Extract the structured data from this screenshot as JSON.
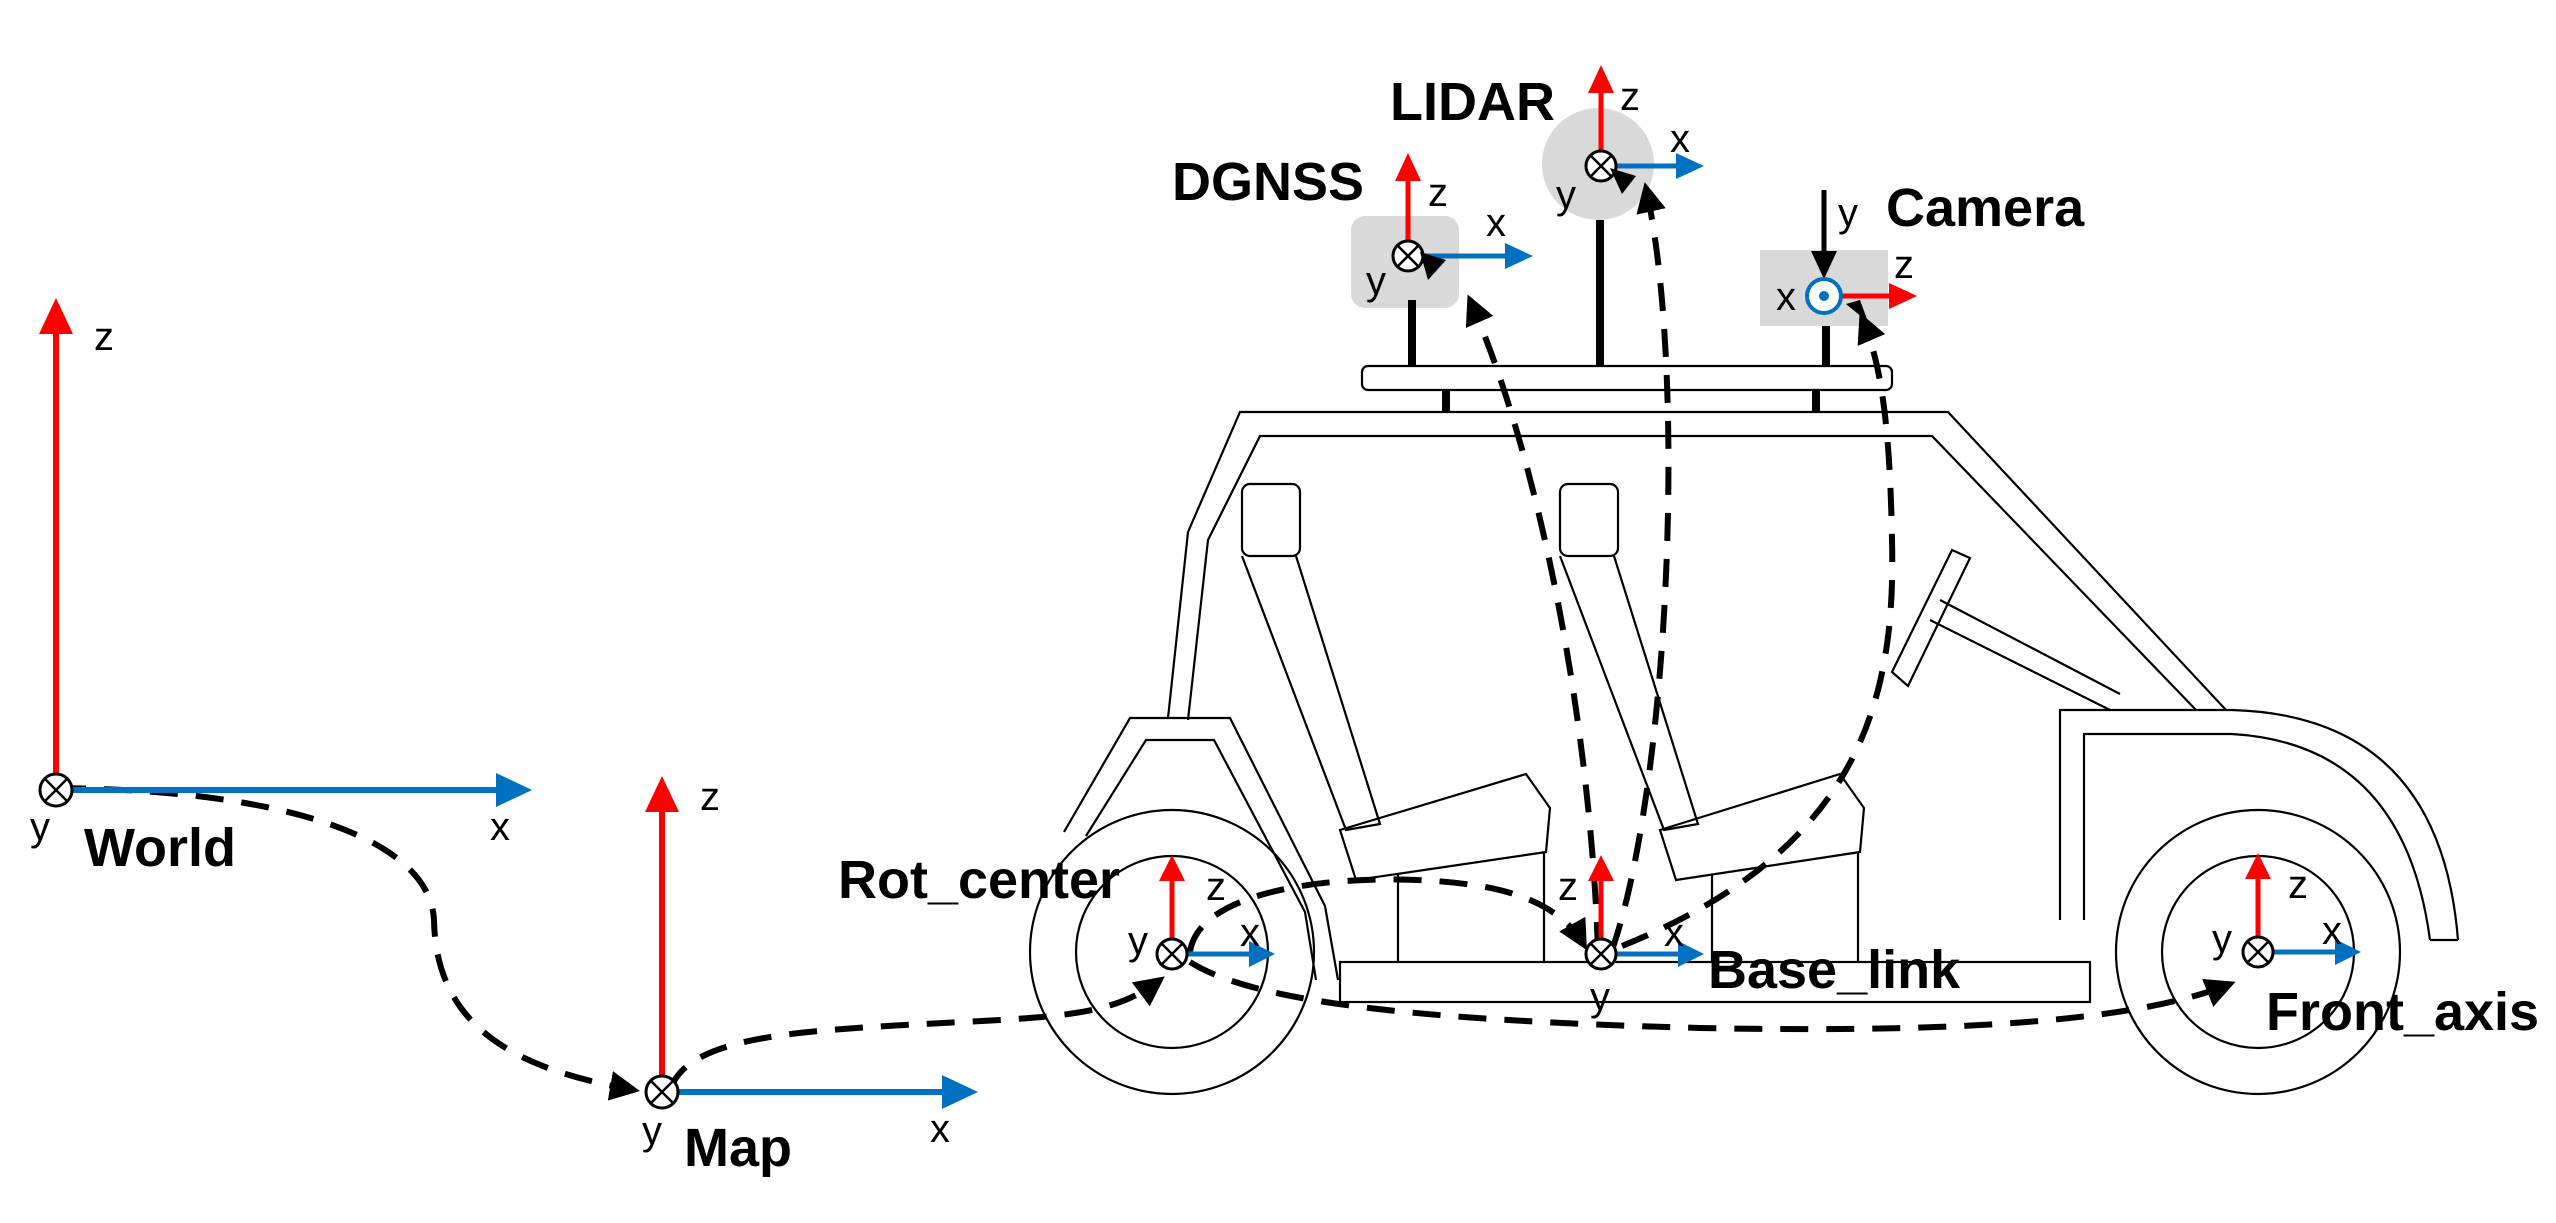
{
  "colors": {
    "z_axis": "#ff0000",
    "x_axis": "#0070c0",
    "y_axis": "#000000",
    "sensor_box": "#d9d9d9",
    "transform_arrow": "#000000"
  },
  "frames": {
    "world": {
      "name": "World",
      "x": "x",
      "y": "y",
      "z": "z"
    },
    "map": {
      "name": "Map",
      "x": "x",
      "y": "y",
      "z": "z"
    },
    "rot_center": {
      "name": "Rot_center",
      "x": "x",
      "y": "y",
      "z": "z"
    },
    "base_link": {
      "name": "Base_link",
      "x": "x",
      "y": "y",
      "z": "z"
    },
    "front_axis": {
      "name": "Front_axis",
      "x": "x",
      "y": "y",
      "z": "z"
    },
    "dgnss": {
      "name": "DGNSS",
      "x": "x",
      "y": "y",
      "z": "z"
    },
    "lidar": {
      "name": "LIDAR",
      "x": "x",
      "y": "y",
      "z": "z"
    },
    "camera": {
      "name": "Camera",
      "x": "x",
      "y": "y",
      "z": "z"
    }
  }
}
